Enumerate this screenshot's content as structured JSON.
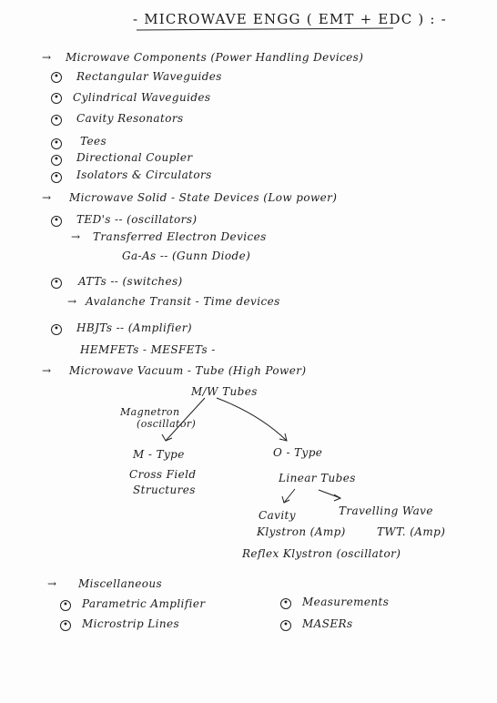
{
  "title": "- MICROWAVE ENGG ( EMT + EDC ) : -",
  "arrow": "→",
  "bullet": "•",
  "sections": {
    "components": {
      "heading": "Microwave Components (Power Handling Devices)",
      "items": [
        "Rectangular Waveguides",
        "Cylindrical Waveguides",
        "Cavity Resonators",
        "Tees",
        "Directional Coupler",
        "Isolators & Circulators"
      ]
    },
    "solid_state": {
      "heading": "Microwave Solid - State Devices (Low power)",
      "ted": "TED's -- (oscillators)",
      "ted_full": "Transferred Electron Devices",
      "ted_example": "Ga-As -- (Gunn Diode)",
      "atts": "ATTs -- (switches)",
      "atts_full": "Avalanche Transit - Time devices",
      "hbjts": "HBJTs -- (Amplifier)",
      "hemfets": "HEMFETs - MESFETs -"
    },
    "vacuum": {
      "heading": "Microwave Vacuum - Tube  (High Power)",
      "root": "M/W Tubes",
      "magnetron": "Magnetron",
      "magnetron_note": "(oscillator)",
      "m_type": "M - Type",
      "cross_field": "Cross Field",
      "structures": "Structures",
      "o_type": "O - Type",
      "linear": "Linear Tubes",
      "cavity": "Cavity",
      "klystron": "Klystron (Amp)",
      "travelling": "Travelling Wave",
      "twt": "TWT. (Amp)",
      "reflex": "Reflex Klystron (oscillator)"
    },
    "misc": {
      "heading": "Miscellaneous",
      "items": [
        "Parametric Amplifier",
        "Microstrip Lines",
        "Measurements",
        "MASERs"
      ]
    }
  }
}
